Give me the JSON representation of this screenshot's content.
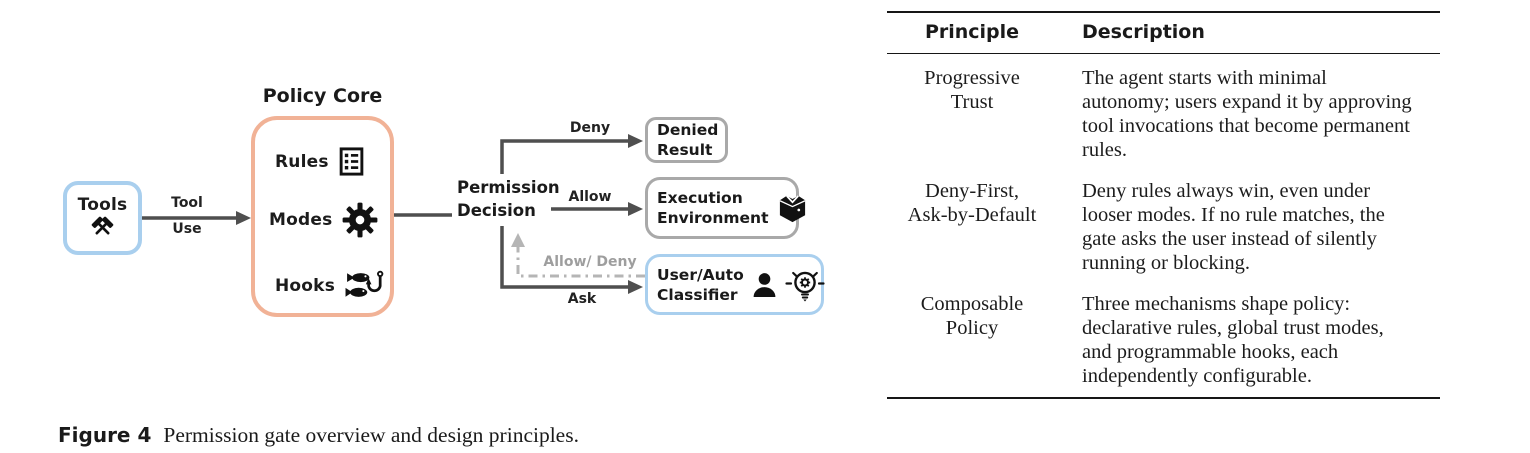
{
  "figure": {
    "caption_label": "Figure 4",
    "caption_text": "Permission gate overview and design principles."
  },
  "diagram": {
    "nodes": {
      "tools": {
        "label": "Tools"
      },
      "policy_core": {
        "title": "Policy Core",
        "items": {
          "rules": "Rules",
          "modes": "Modes",
          "hooks": "Hooks"
        }
      },
      "permission_decision": {
        "line1": "Permission",
        "line2": "Decision"
      },
      "denied_result": {
        "line1": "Denied",
        "line2": "Result"
      },
      "execution_environment": {
        "line1": "Execution",
        "line2": "Environment"
      },
      "user_auto_classifier": {
        "line1": "User/Auto",
        "line2": "Classifier"
      }
    },
    "edges": {
      "tool_use_line1": "Tool",
      "tool_use_line2": "Use",
      "deny": "Deny",
      "allow": "Allow",
      "ask": "Ask",
      "allow_deny_feedback": "Allow/ Deny"
    },
    "icons": {
      "tools": "crossed-hammers",
      "rules": "checklist",
      "modes": "gear",
      "hooks": "fish-and-hook",
      "execution_environment": "package-box",
      "user": "person",
      "auto_classifier": "lightbulb-gear"
    },
    "colors": {
      "blue_border": "#a9cfee",
      "orange_border": "#f1b296",
      "gray_border": "#a9a9a9",
      "arrow": "#4f4f4f",
      "feedback_dashed": "#b5b5b5",
      "feedback_text": "#9e9e9e"
    }
  },
  "table": {
    "headers": {
      "principle": "Principle",
      "description": "Description"
    },
    "rows": [
      {
        "principle": "Progressive\nTrust",
        "description": "The agent starts with minimal autonomy; users expand it by approving tool invocations that become permanent rules."
      },
      {
        "principle": "Deny-First,\nAsk-by-Default",
        "description": "Deny rules always win, even under looser modes. If no rule matches, the gate asks the user instead of silently running or blocking."
      },
      {
        "principle": "Composable\nPolicy",
        "description": "Three mechanisms shape policy: declarative rules, global trust modes, and programmable hooks, each independently configurable."
      }
    ]
  }
}
